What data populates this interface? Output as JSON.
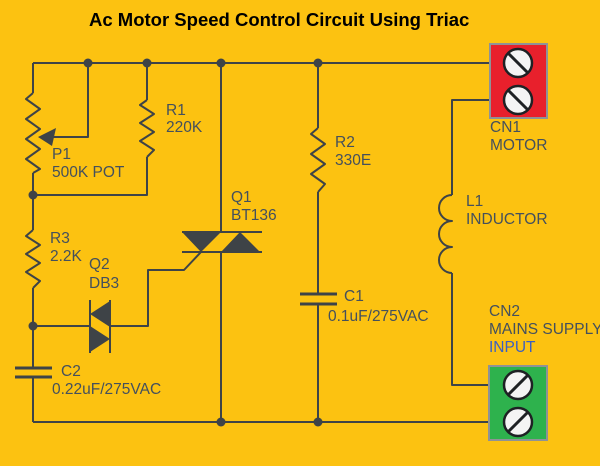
{
  "title": "Ac Motor Speed Control Circuit Using Triac",
  "colors": {
    "background": "#FCC211",
    "wire": "#3E4347",
    "label": "#44505D",
    "label_blue": "#3A5FC4",
    "title": "#000000",
    "connector_red": "#E8202C",
    "connector_green": "#2EB24D",
    "screw": "#F4F4F4"
  },
  "components": {
    "p1": {
      "ref": "P1",
      "value": "500K POT"
    },
    "r1": {
      "ref": "R1",
      "value": "220K"
    },
    "r2": {
      "ref": "R2",
      "value": "330E"
    },
    "r3": {
      "ref": "R3",
      "value": "2.2K"
    },
    "q1": {
      "ref": "Q1",
      "value": "BT136"
    },
    "q2": {
      "ref": "Q2",
      "value": "DB3"
    },
    "c1": {
      "ref": "C1",
      "value": "0.1uF/275VAC"
    },
    "c2": {
      "ref": "C2",
      "value": "0.22uF/275VAC"
    },
    "l1": {
      "ref": "L1",
      "value": "INDUCTOR"
    },
    "cn1": {
      "ref": "CN1",
      "value": "MOTOR"
    },
    "cn2": {
      "ref": "CN2",
      "value_line1": "MAINS SUPPLY",
      "value_line2": "INPUT"
    }
  }
}
